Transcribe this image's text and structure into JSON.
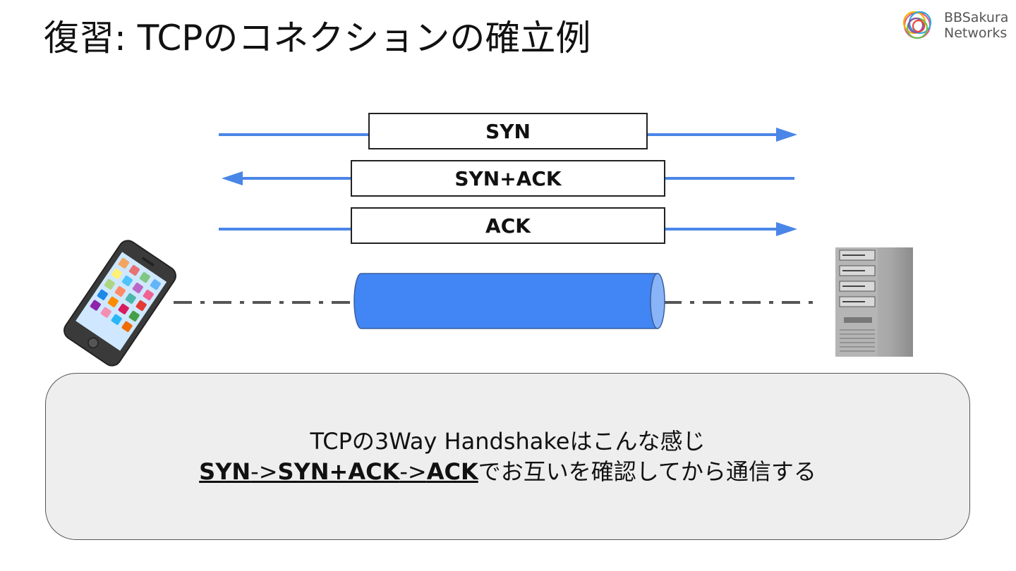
{
  "slide": {
    "title": "復習: TCPのコネクションの確立例"
  },
  "logo": {
    "line1": "BBSakura",
    "line2": "Networks"
  },
  "diagram": {
    "messages": [
      {
        "label": "SYN",
        "direction": "right"
      },
      {
        "label": "SYN+ACK",
        "direction": "left"
      },
      {
        "label": "ACK",
        "direction": "right"
      }
    ],
    "client_icon": "smartphone-icon",
    "server_icon": "server-icon",
    "connection_icon": "tunnel-cylinder",
    "colors": {
      "arrow": "#4a86e8",
      "tunnel": "#4285f4",
      "tunnel_end": "#8ab4f8",
      "dash_line": "#555555"
    }
  },
  "summary": {
    "line1": "TCPの3Way Handshakeはこんな感じ",
    "syn": "SYN",
    "arrow1": "->",
    "synack": "SYN+ACK",
    "arrow2": "->",
    "ack": "ACK",
    "rest": "でお互いを確認してから通信する"
  }
}
